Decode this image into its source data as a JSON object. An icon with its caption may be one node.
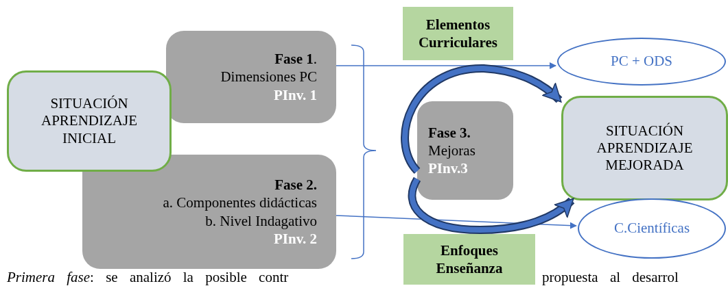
{
  "diagram": {
    "nodes": [
      {
        "text": [
          "SITUACIÓN APRENDIZAJE INICIAL"
        ]
      },
      {
        "text": [
          "**Fase 1**.",
          "Dimensiones PC",
          "PInv. 1"
        ]
      },
      {
        "text": [
          "Fase 2.",
          "a. Componentes didácticas",
          "b. Nivel Indagativo",
          "PInv. 2"
        ]
      },
      {
        "text": [
          "Elementos Curriculares"
        ]
      },
      {
        "text": [
          "PC + ODS"
        ]
      },
      {
        "text": [
          "Fase 3.",
          "Mejoras",
          "PInv.3"
        ]
      },
      {
        "text": [
          "SITUACIÓN APRENDIZAJE MEJORADA"
        ]
      },
      {
        "text": [
          "C.Científicas"
        ]
      },
      {
        "text": [
          "Enfoques Enseñanza"
        ]
      }
    ],
    "edges": [
      {
        "from": 1,
        "to": 4,
        "arrow": "to"
      },
      {
        "from": 2,
        "to": 7,
        "arrow": "to"
      },
      {
        "from": 5,
        "to": 6,
        "arrow": "to",
        "style": "thick"
      },
      {
        "from": 5,
        "to": 6,
        "arrow": "to",
        "style": "thick"
      }
    ],
    "labels": [
      "*Primera fase*: se analizó la posible contr",
      "propuesta al desarrol"
    ]
  }
}
